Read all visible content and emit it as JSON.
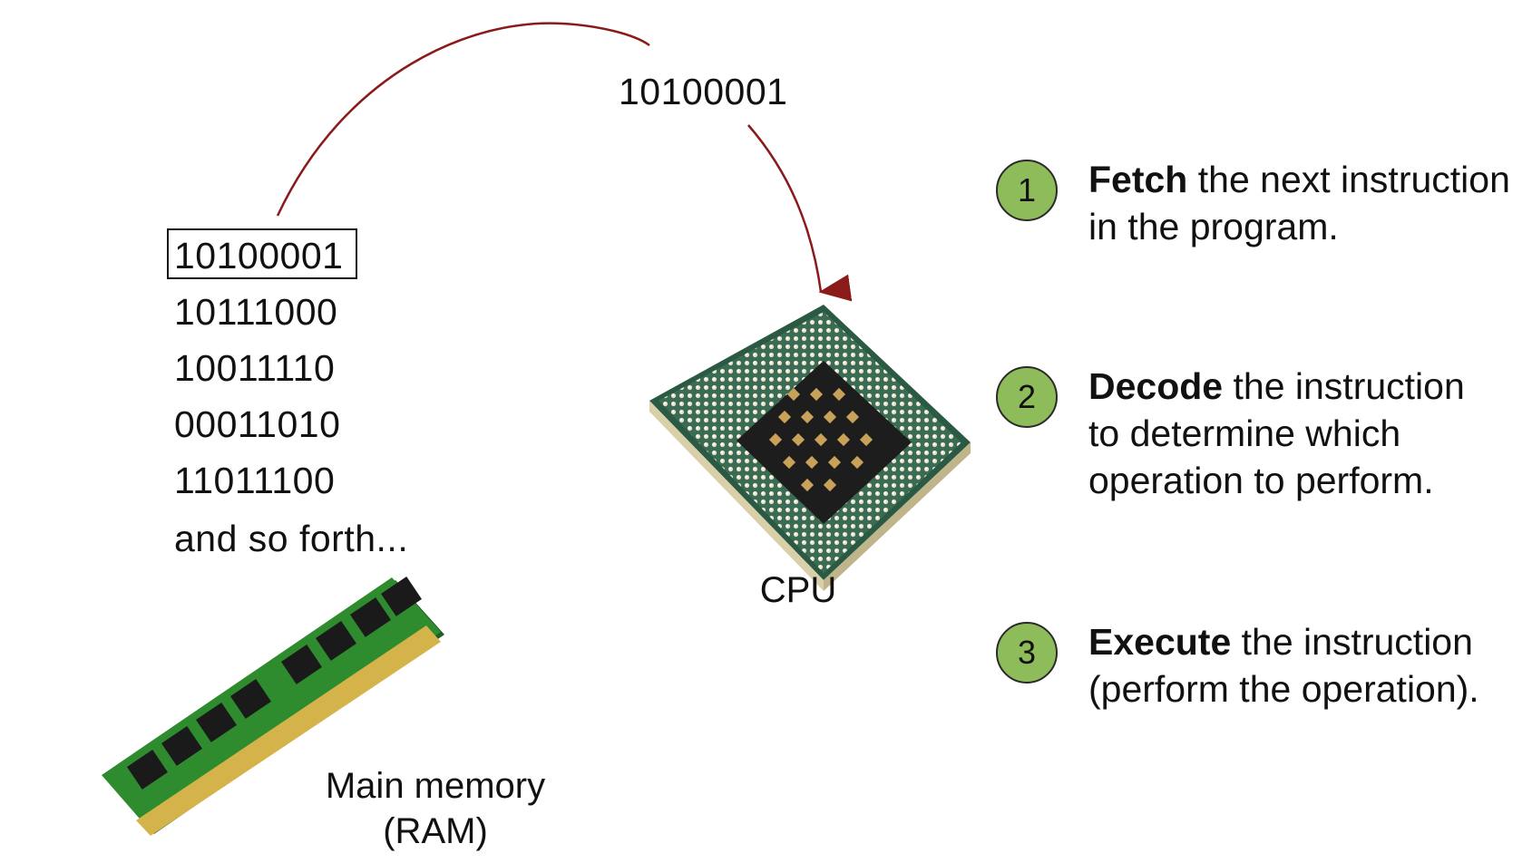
{
  "transfer_word": "10100001",
  "memory": {
    "words": [
      "10100001",
      "10111000",
      "10011110",
      "00011010",
      "11011100"
    ],
    "more": "and so forth...",
    "label_line1": "Main memory",
    "label_line2": "(RAM)"
  },
  "cpu": {
    "label": "CPU"
  },
  "steps": [
    {
      "number": "1",
      "keyword": "Fetch",
      "text_line1": " the next instruction",
      "text_line2": "in the program."
    },
    {
      "number": "2",
      "keyword": "Decode",
      "text_line1": " the instruction",
      "text_line2": "to determine which",
      "text_line3": "operation to perform."
    },
    {
      "number": "3",
      "keyword": "Execute",
      "text_line1": " the instruction",
      "text_line2": "(perform the operation)."
    }
  ],
  "colors": {
    "arrow": "#8b1a1a",
    "step_circle": "#8fbc5a",
    "ram_pcb": "#2e8b2e",
    "cpu_substrate": "#2f6b4a"
  }
}
